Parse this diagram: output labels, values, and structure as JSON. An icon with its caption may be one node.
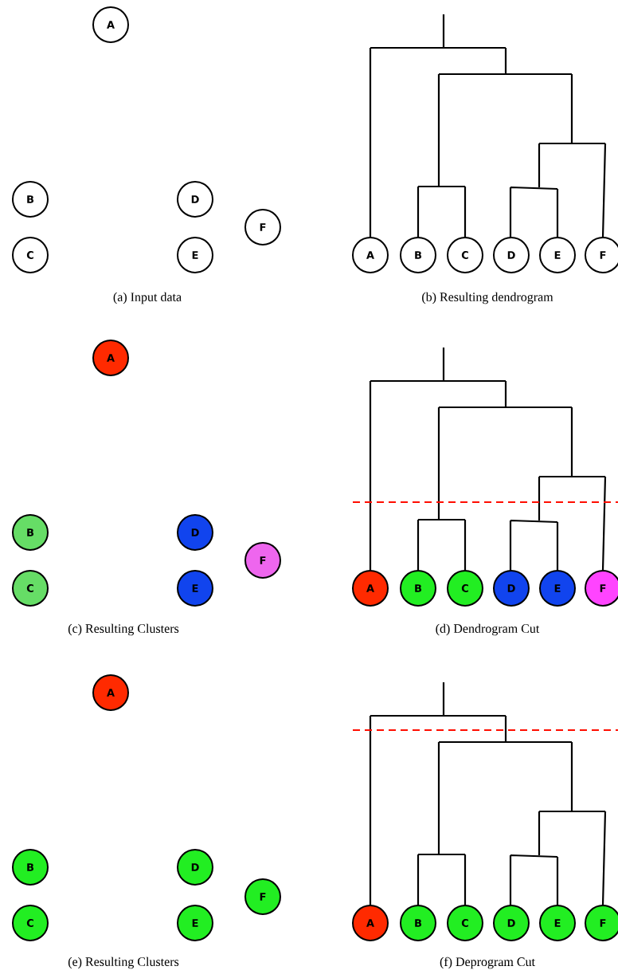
{
  "diagram": {
    "nodes": [
      {
        "text": [
          "A"
        ]
      },
      {
        "text": [
          "B"
        ]
      },
      {
        "text": [
          "C"
        ]
      },
      {
        "text": [
          "D"
        ]
      },
      {
        "text": [
          "E"
        ]
      },
      {
        "text": [
          "F"
        ]
      },
      {
        "text": [
          "A"
        ]
      },
      {
        "text": [
          "B"
        ]
      },
      {
        "text": [
          "C"
        ]
      },
      {
        "text": [
          "D"
        ]
      },
      {
        "text": [
          "E"
        ]
      },
      {
        "text": [
          "F"
        ]
      },
      {
        "text": [
          "A"
        ]
      },
      {
        "text": [
          "B"
        ]
      },
      {
        "text": [
          "C"
        ]
      },
      {
        "text": [
          "D"
        ]
      },
      {
        "text": [
          "E"
        ]
      },
      {
        "text": [
          "F"
        ]
      },
      {
        "text": [
          "A"
        ]
      },
      {
        "text": [
          "B"
        ]
      },
      {
        "text": [
          "C"
        ]
      },
      {
        "text": [
          "D"
        ]
      },
      {
        "text": [
          "E"
        ]
      },
      {
        "text": [
          "F"
        ]
      },
      {
        "text": [
          "A"
        ]
      },
      {
        "text": [
          "B"
        ]
      },
      {
        "text": [
          "C"
        ]
      },
      {
        "text": [
          "D"
        ]
      },
      {
        "text": [
          "E"
        ]
      },
      {
        "text": [
          "F"
        ]
      },
      {
        "text": [
          "A"
        ]
      },
      {
        "text": [
          "B"
        ]
      },
      {
        "text": [
          "C"
        ]
      },
      {
        "text": [
          "D"
        ]
      },
      {
        "text": [
          "E"
        ]
      },
      {
        "text": [
          "F"
        ]
      }
    ],
    "labels": [
      "(a) Input data",
      "(b) Resulting dendrogram",
      "(c) Resulting Clusters",
      "(d) Dendrogram Cut",
      "(e) Resulting Clusters",
      "(f) Deprogram Cut"
    ]
  }
}
